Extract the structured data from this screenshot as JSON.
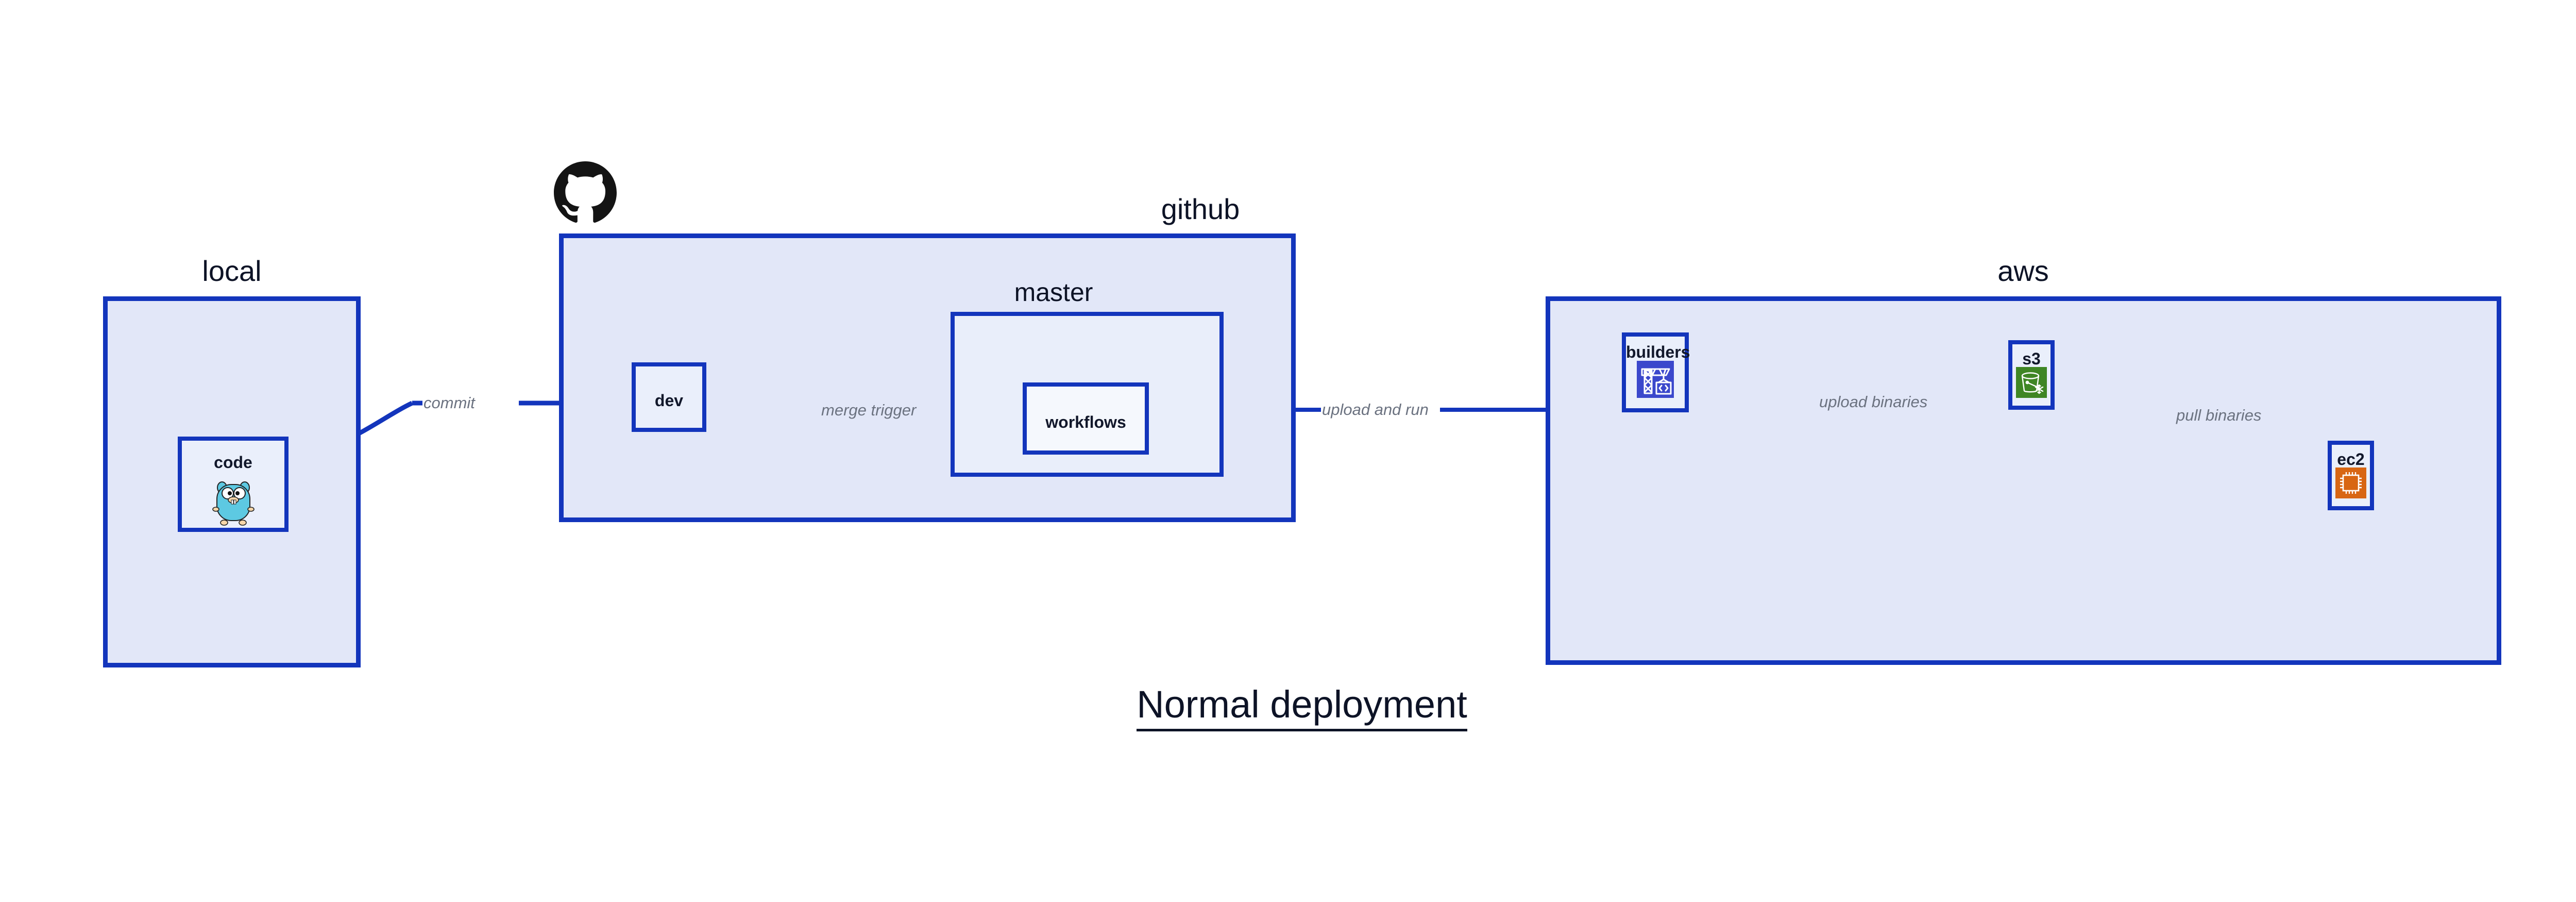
{
  "title": "Normal deployment",
  "colors": {
    "group_fill": "#E2E7F8",
    "group_border": "#1335BC",
    "inner_group_fill": "#E9EEFA",
    "node_fill": "#EAEFFB",
    "node_white_fill": "#F5F8FD",
    "edge_stroke": "#1335BC",
    "edge_label_text": "#6B7280",
    "label_text": "#0D1326",
    "codebuild_blue": "#3B48CC",
    "s3_green": "#3F8624",
    "ec2_orange": "#D86613",
    "gopher_cyan": "#5DC9E2",
    "github_black": "#141414"
  },
  "groups": [
    {
      "id": "local",
      "label": "local",
      "icon": null
    },
    {
      "id": "github",
      "label": "github",
      "icon": "github-octocat-icon"
    },
    {
      "id": "master",
      "label": "master",
      "icon": null
    },
    {
      "id": "aws",
      "label": "aws",
      "icon": null
    }
  ],
  "nodes": [
    {
      "id": "code",
      "label": "code",
      "icon": "go-gopher-icon"
    },
    {
      "id": "dev",
      "label": "dev",
      "icon": null
    },
    {
      "id": "workflows",
      "label": "workflows",
      "icon": null
    },
    {
      "id": "builders",
      "label": "builders",
      "icon": "aws-codebuild-icon"
    },
    {
      "id": "s3",
      "label": "s3",
      "icon": "aws-s3-bucket-icon"
    },
    {
      "id": "ec2",
      "label": "ec2",
      "icon": "aws-ec2-chip-icon"
    }
  ],
  "edges": [
    {
      "id": "code-to-dev",
      "label": "commit",
      "from": "code",
      "to": "dev"
    },
    {
      "id": "dev-to-workflows",
      "label": "merge trigger",
      "from": "dev",
      "to": "workflows"
    },
    {
      "id": "workflows-to-builders",
      "label": "upload and run",
      "from": "workflows",
      "to": "builders"
    },
    {
      "id": "builders-to-s3",
      "label": "upload binaries",
      "from": "builders",
      "to": "s3"
    },
    {
      "id": "s3-to-ec2",
      "label": "pull binaries",
      "from": "s3",
      "to": "ec2"
    }
  ]
}
